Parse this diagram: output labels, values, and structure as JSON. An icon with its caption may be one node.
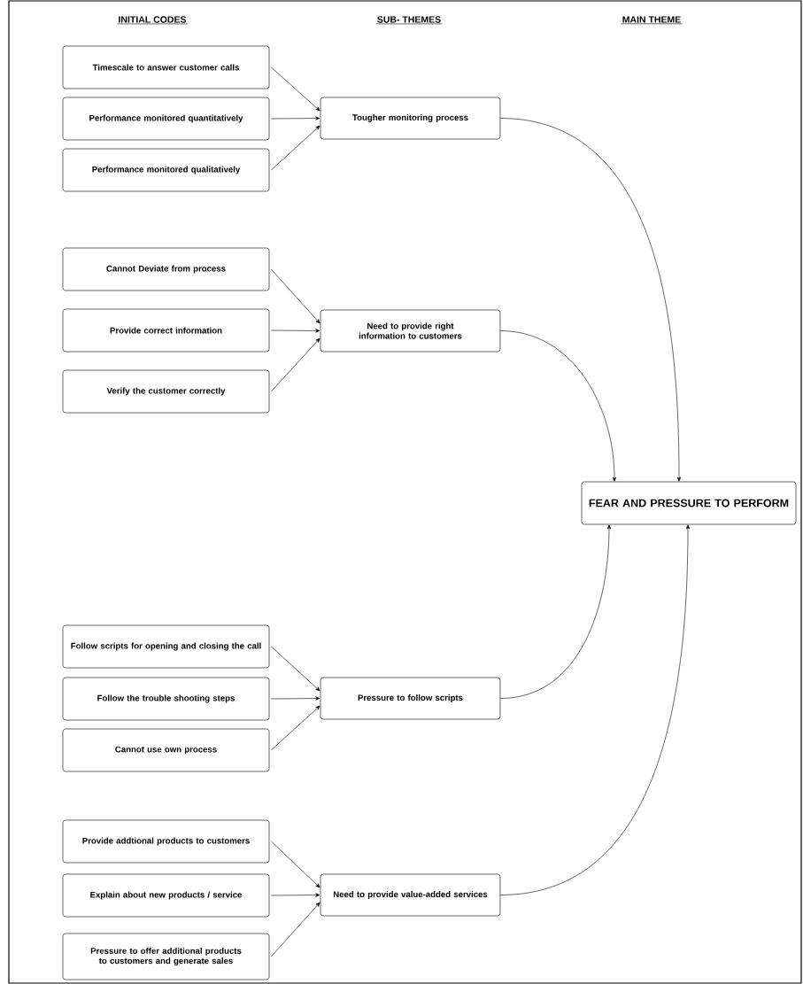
{
  "diagram": {
    "nodes": [
      {
        "text": [
          "Timescale to answer customer calls"
        ]
      },
      {
        "text": [
          "Performance monitored quantitatively"
        ]
      },
      {
        "text": [
          "Performance monitored qualitatively"
        ]
      },
      {
        "text": [
          "Tougher monitoring process"
        ]
      },
      {
        "text": [
          "Cannot Deviate from process"
        ]
      },
      {
        "text": [
          "Provide correct information"
        ]
      },
      {
        "text": [
          "Verify the customer correctly"
        ]
      },
      {
        "text": [
          "Need to provide right information to customers"
        ]
      },
      {
        "text": [
          "FEAR AND PRESSURE TO PERFORM"
        ]
      },
      {
        "text": [
          "Follow scripts for opening and closing the call"
        ]
      },
      {
        "text": [
          "Follow the trouble shooting steps"
        ]
      },
      {
        "text": [
          "Cannot use own process"
        ]
      },
      {
        "text": [
          "Pressure to follow scripts"
        ]
      },
      {
        "text": [
          "Provide addtional products to customers"
        ]
      },
      {
        "text": [
          "Explain about new products / service"
        ]
      },
      {
        "text": [
          "Pressure to offer additional products to customers and generate sales"
        ]
      },
      {
        "text": [
          "Need to provide value-added services"
        ]
      }
    ],
    "edges": [
      {
        "from": 0,
        "to": 3,
        "arrow": "to"
      },
      {
        "from": 1,
        "to": 3,
        "arrow": "to"
      },
      {
        "from": 2,
        "to": 3,
        "arrow": "to"
      },
      {
        "from": 4,
        "to": 7,
        "arrow": "to"
      },
      {
        "from": 5,
        "to": 7,
        "arrow": "to"
      },
      {
        "from": 6,
        "to": 7,
        "arrow": "to"
      },
      {
        "from": 9,
        "to": 12,
        "arrow": "to"
      },
      {
        "from": 10,
        "to": 12,
        "arrow": "to"
      },
      {
        "from": 11,
        "to": 12,
        "arrow": "to"
      },
      {
        "from": 13,
        "to": 16,
        "arrow": "to"
      },
      {
        "from": 14,
        "to": 16,
        "arrow": "to"
      },
      {
        "from": 15,
        "to": 16,
        "arrow": "to"
      },
      {
        "from": 3,
        "to": 8,
        "arrow": "to"
      },
      {
        "from": 7,
        "to": 8,
        "arrow": "to"
      },
      {
        "from": 12,
        "to": 8,
        "arrow": "to"
      },
      {
        "from": 16,
        "to": 8,
        "arrow": "to"
      }
    ],
    "labels": [
      "INITIAL CODES",
      "SUB- THEMES",
      "MAIN THEME"
    ]
  }
}
